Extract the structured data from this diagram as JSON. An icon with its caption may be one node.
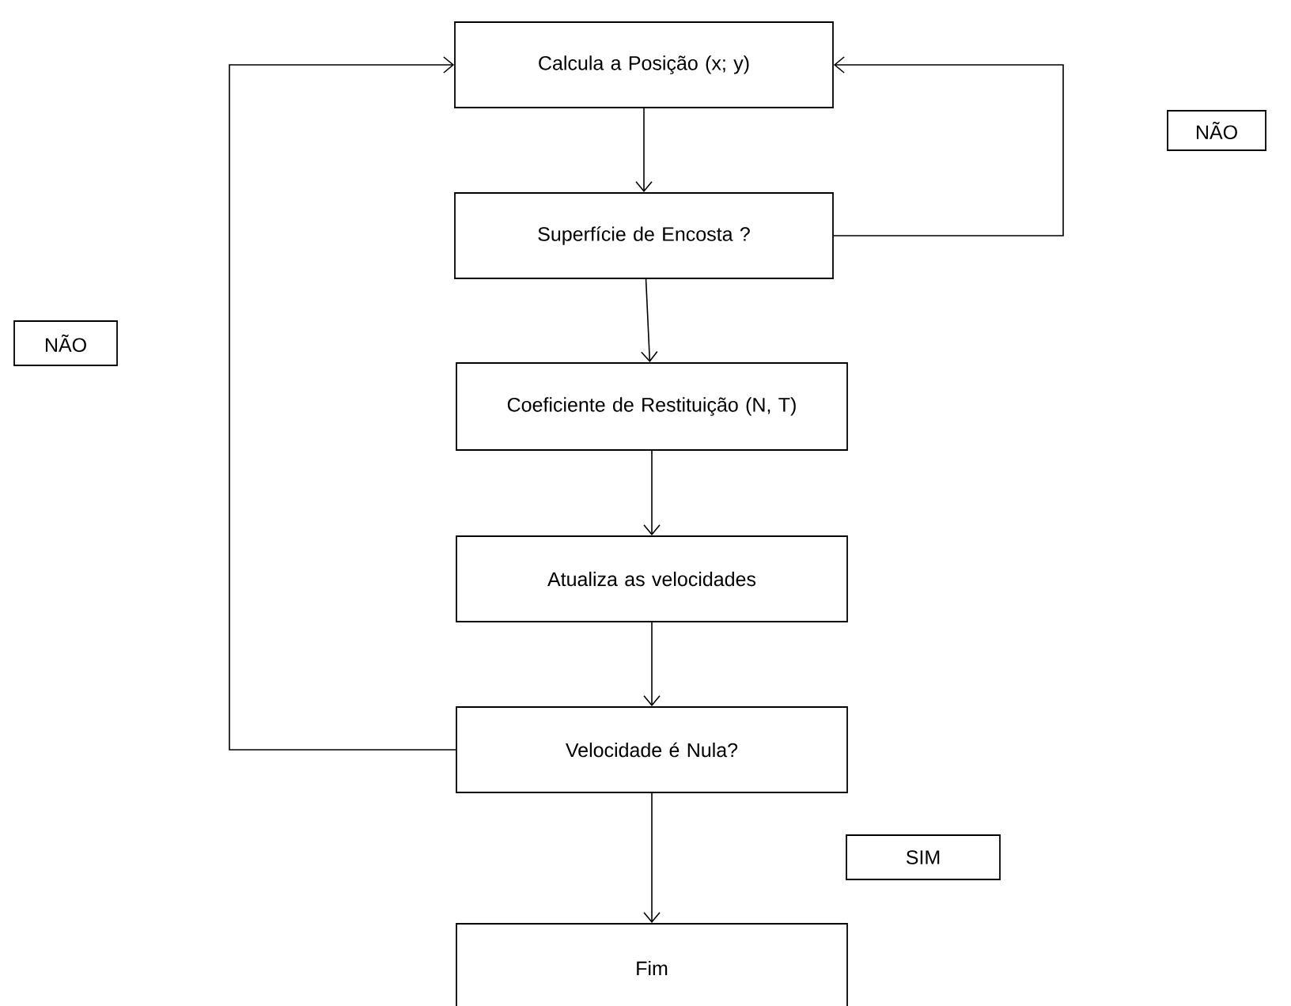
{
  "diagram": {
    "nodes": [
      {
        "text": [
          "Calcula a Posição (x; y)"
        ]
      },
      {
        "text": [
          "Superfície de Encosta ?"
        ]
      },
      {
        "text": [
          "Coeficiente de Restituição (N, T)"
        ]
      },
      {
        "text": [
          "Atualiza as velocidades"
        ]
      },
      {
        "text": [
          "Velocidade é Nula?"
        ]
      },
      {
        "text": [
          "Fim"
        ]
      },
      {
        "text": [
          "NÃO"
        ]
      },
      {
        "text": [
          "NÃO"
        ]
      },
      {
        "text": [
          "SIM"
        ]
      }
    ],
    "edges": [
      {
        "from": 0,
        "to": 1,
        "arrow": "to"
      },
      {
        "from": 1,
        "to": 0,
        "arrow": "to"
      },
      {
        "from": 1,
        "to": 2,
        "arrow": "to"
      },
      {
        "from": 2,
        "to": 3,
        "arrow": "to"
      },
      {
        "from": 3,
        "to": 4,
        "arrow": "to"
      },
      {
        "from": 4,
        "to": 0,
        "arrow": "to"
      },
      {
        "from": 4,
        "to": 5,
        "arrow": "to"
      }
    ]
  }
}
